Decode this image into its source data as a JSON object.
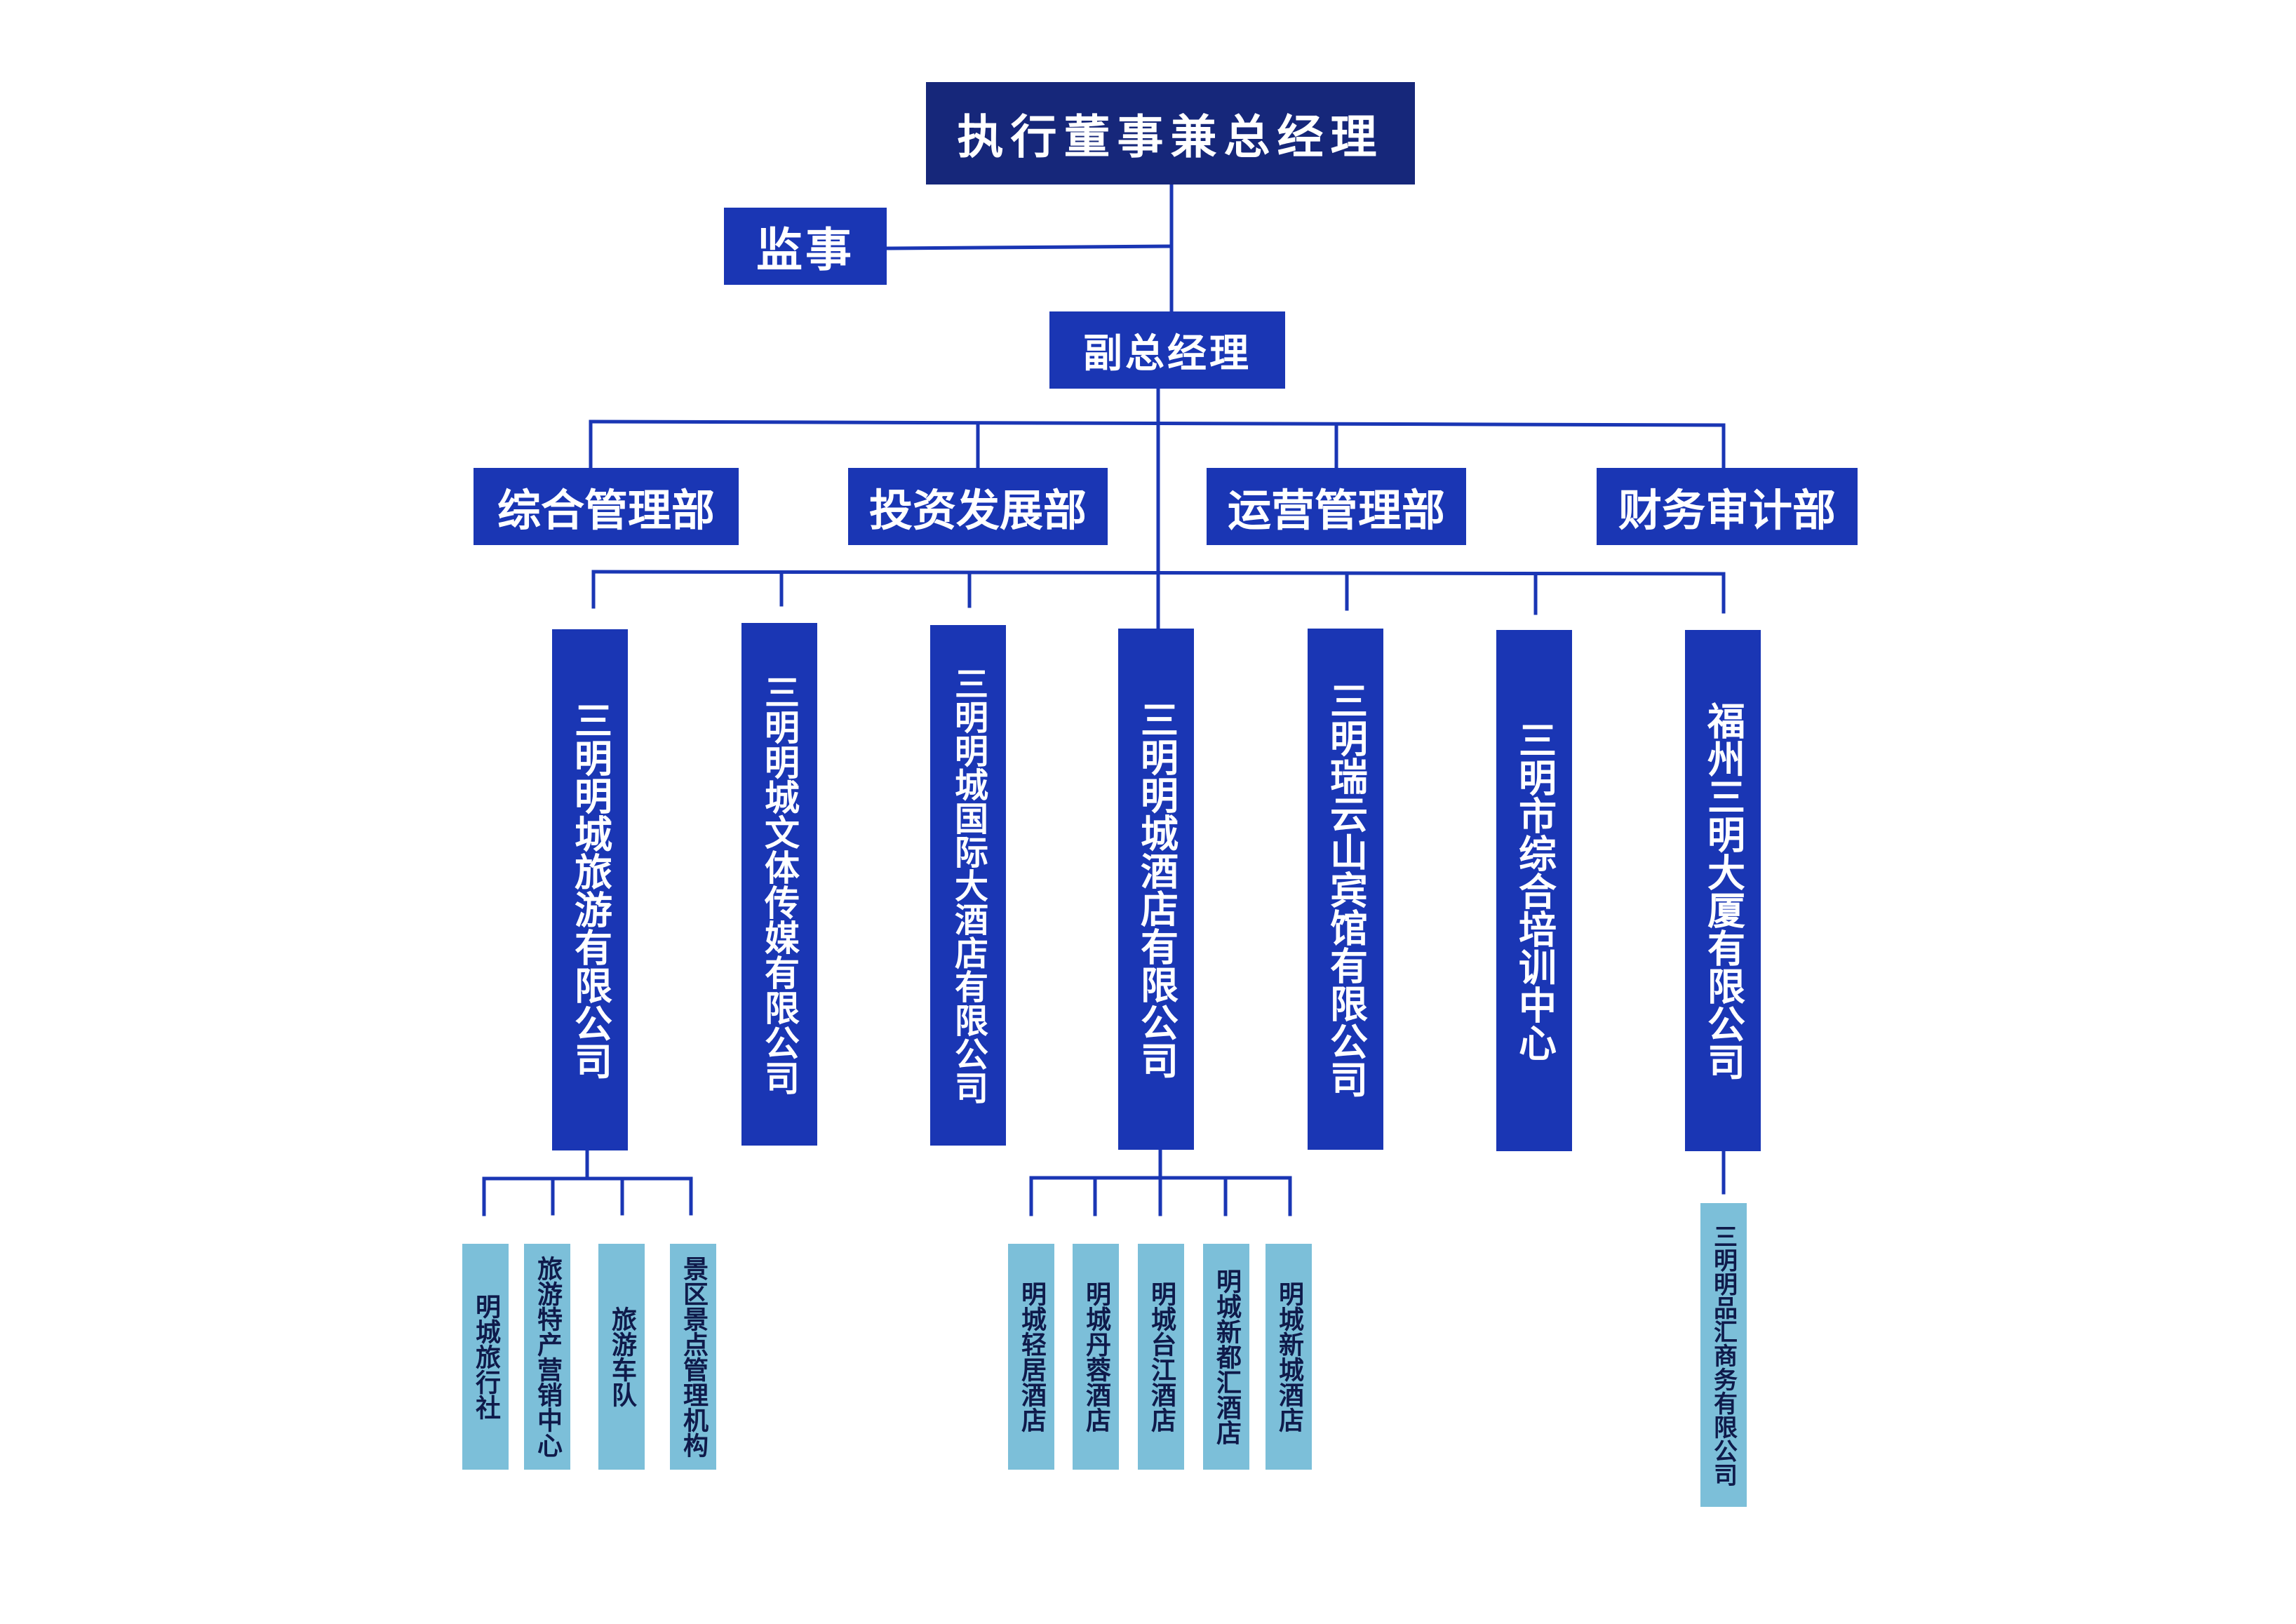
{
  "colors": {
    "top": "#16277a",
    "box": "#1a36b4",
    "leaf": "#7cbfd9",
    "line": "#1a36b4"
  },
  "top": {
    "title": "执行董事兼总经理"
  },
  "supervisor": {
    "label": "监事"
  },
  "deputy": {
    "label": "副总经理"
  },
  "departments": [
    {
      "label": "综合管理部"
    },
    {
      "label": "投资发展部"
    },
    {
      "label": "运营管理部"
    },
    {
      "label": "财务审计部"
    }
  ],
  "companies": [
    {
      "label": "三明明城旅游有限公司"
    },
    {
      "label": "三明明城文体传媒有限公司"
    },
    {
      "label": "三明明城国际大酒店有限公司"
    },
    {
      "label": "三明明城酒店有限公司"
    },
    {
      "label": "三明瑞云山宾馆有限公司"
    },
    {
      "label": "三明市综合培训中心"
    },
    {
      "label": "福州三明大厦有限公司"
    }
  ],
  "tourism_units": [
    {
      "label": "明城旅行社"
    },
    {
      "label": "旅游特产营销中心"
    },
    {
      "label": "旅游车队"
    },
    {
      "label": "景区景点管理机构"
    }
  ],
  "hotel_units": [
    {
      "label": "明城轻居酒店"
    },
    {
      "label": "明城丹蓉酒店"
    },
    {
      "label": "明城台江酒店"
    },
    {
      "label": "明城新都汇酒店"
    },
    {
      "label": "明城新城酒店"
    }
  ],
  "fuzhou_units": [
    {
      "label": "三明明品汇商务有限公司"
    }
  ]
}
